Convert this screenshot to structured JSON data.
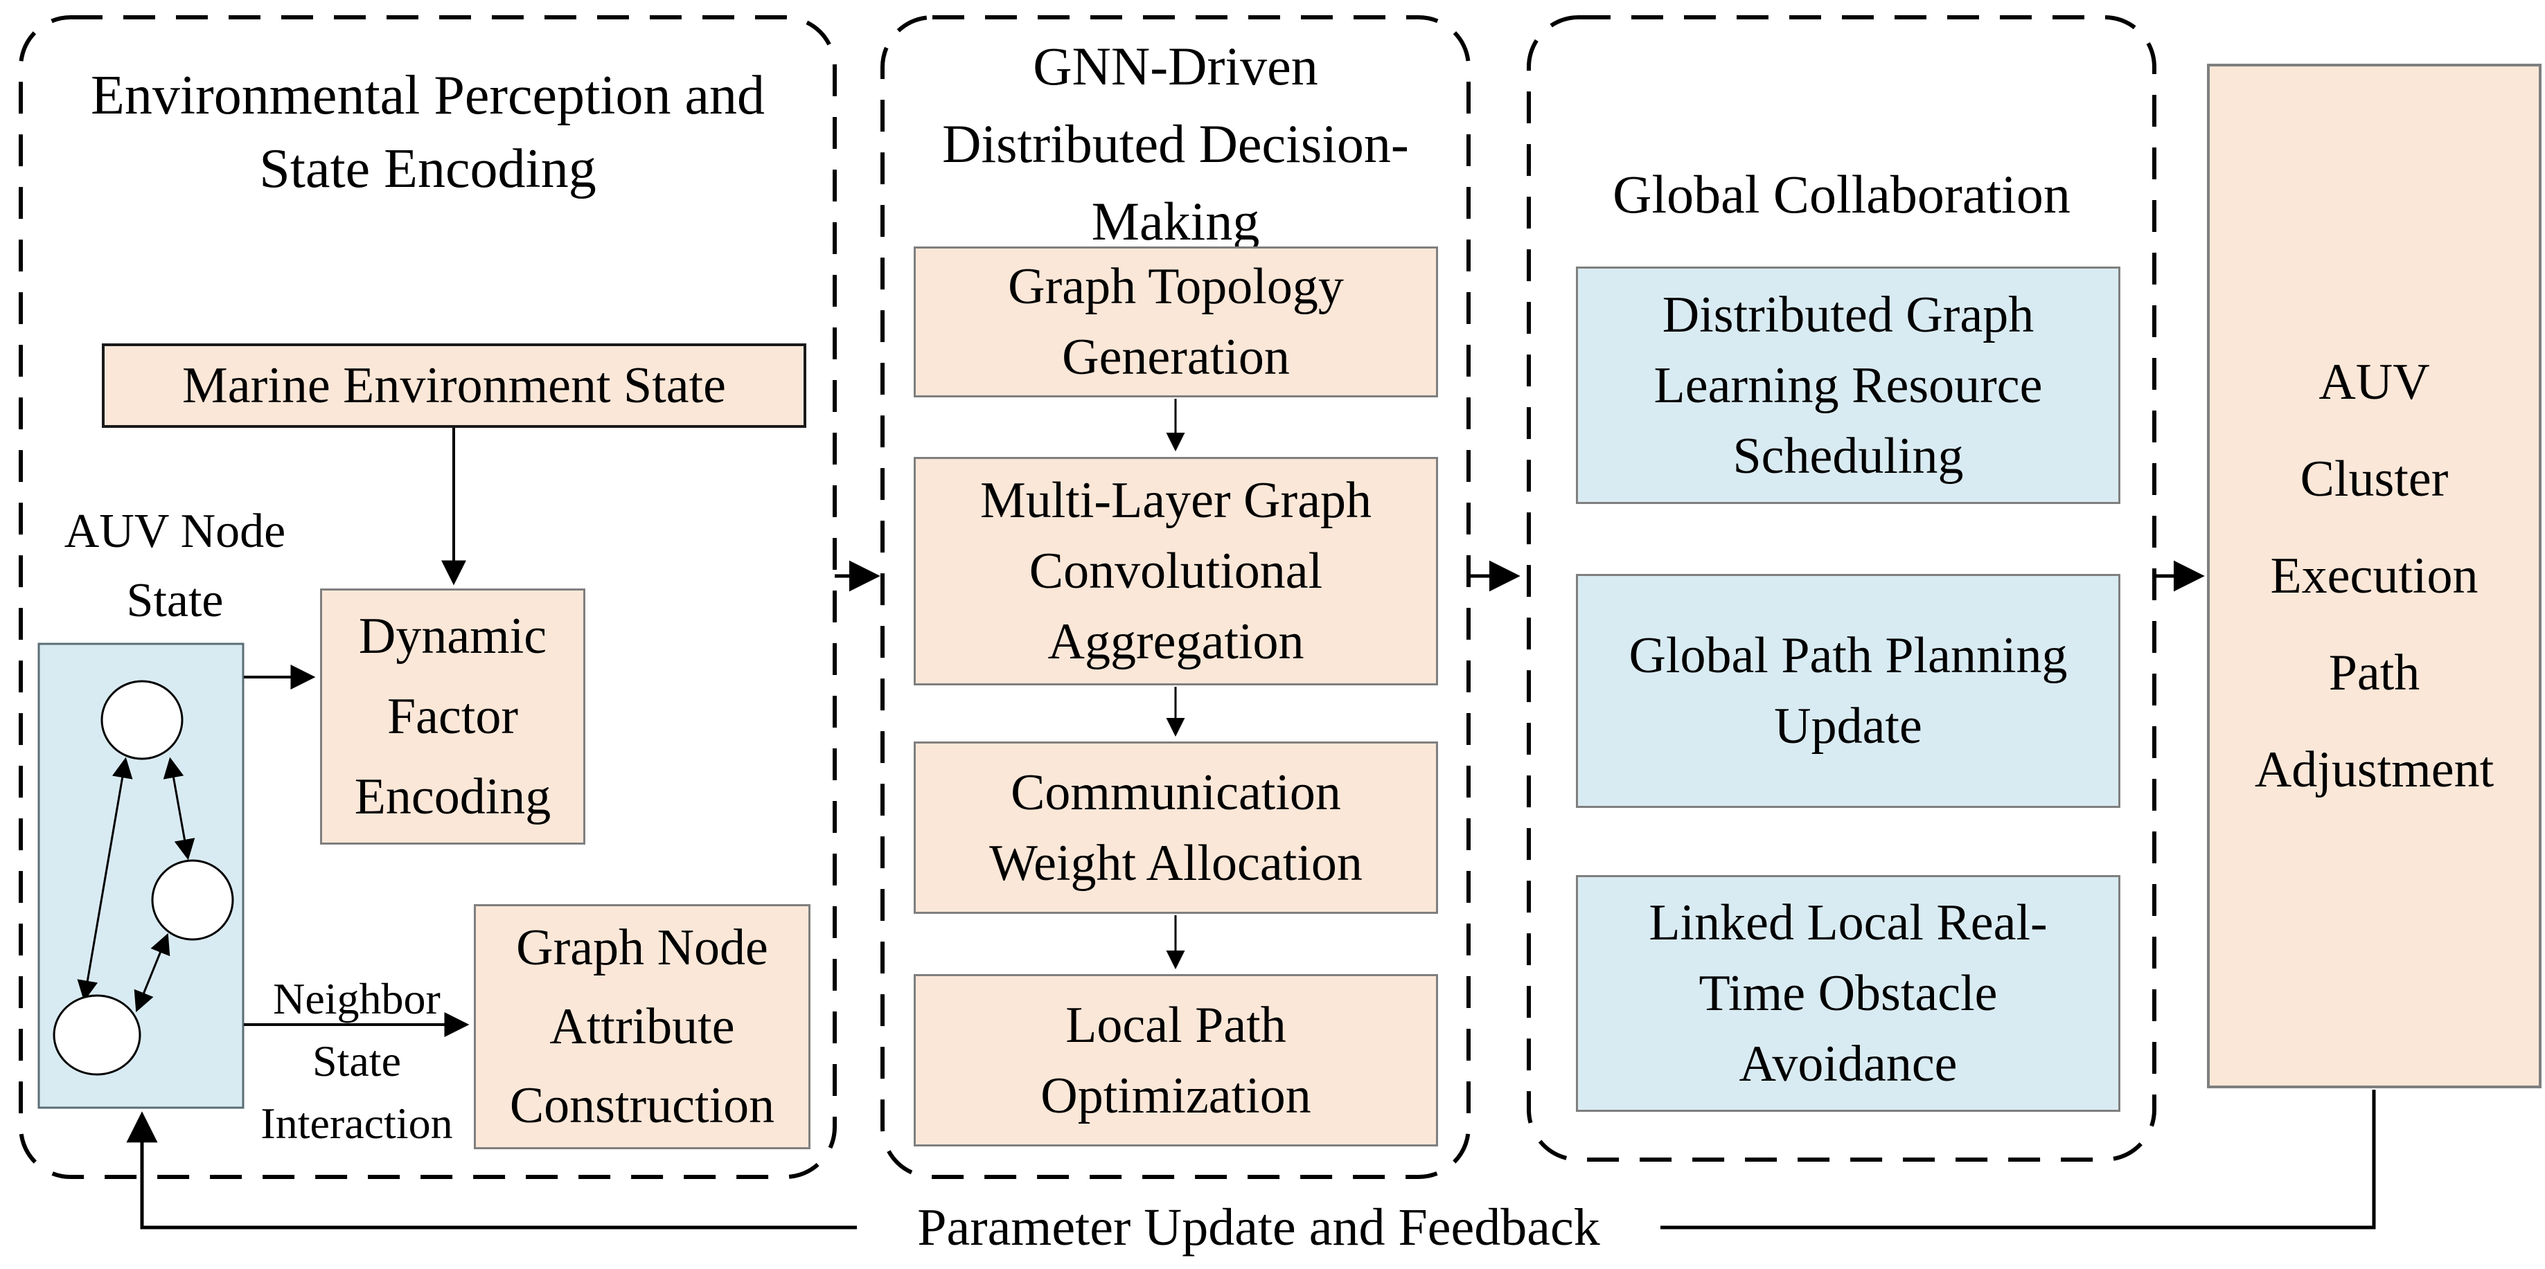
{
  "figure": {
    "type": "flowchart",
    "description": "AUV cluster GNN-driven path planning framework diagram"
  },
  "colors": {
    "background": "#ffffff",
    "process_box_fill": "#FBE7D8",
    "collab_box_fill": "#D9EBF2",
    "node_state_fill": "#D9EBF2",
    "box_border": "#7f7f7f",
    "marine_box_border": "#1a1a1a",
    "line_color": "#000000"
  },
  "left_panel": {
    "title": [
      "Environmental Perception and",
      "State Encoding"
    ],
    "marine_box": "Marine Environment State",
    "auv_node_label": [
      "AUV Node",
      "State"
    ],
    "dynamic_box": [
      "Dynamic",
      "Factor",
      "Encoding"
    ],
    "neighbor_label": [
      "Neighbor",
      "State",
      "Interaction"
    ],
    "graph_node_box": [
      "Graph Node",
      "Attribute",
      "Construction"
    ]
  },
  "middle_panel": {
    "title": [
      "GNN-Driven",
      "Distributed Decision-",
      "Making"
    ],
    "boxes": {
      "graph_topology": [
        "Graph Topology",
        "Generation"
      ],
      "multi_layer": [
        "Multi-Layer Graph",
        "Convolutional",
        "Aggregation"
      ],
      "communication": [
        "Communication",
        "Weight Allocation"
      ],
      "local_path": [
        "Local Path",
        "Optimization"
      ]
    }
  },
  "right_panel": {
    "title": "Global Collaboration",
    "boxes": {
      "resource_scheduling": [
        "Distributed Graph",
        "Learning Resource",
        "Scheduling"
      ],
      "path_planning": [
        "Global Path Planning",
        "Update"
      ],
      "obstacle_avoidance": [
        "Linked Local Real-",
        "Time Obstacle",
        "Avoidance"
      ]
    }
  },
  "auv_box": {
    "lines": [
      "AUV",
      "Cluster",
      "Execution",
      "Path",
      "Adjustment"
    ]
  },
  "feedback": {
    "label": "Parameter Update and Feedback"
  }
}
